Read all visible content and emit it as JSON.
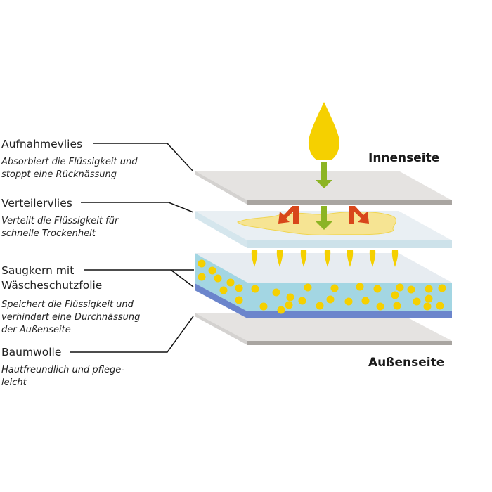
{
  "labels": {
    "innenseite": "Innenseite",
    "aussenseite": "Außenseite"
  },
  "layers": [
    {
      "title": [
        "Aufnahmevlies"
      ],
      "description": [
        "Absorbiert die Flüssigkeit und",
        "stoppt eine Rücknässung"
      ]
    },
    {
      "title": [
        "Verteilervlies"
      ],
      "description": [
        "Verteilt die Flüssigkeit für",
        "schnelle Trockenheit"
      ]
    },
    {
      "title": [
        "Saugkern mit",
        "Wäscheschutzfolie"
      ],
      "description": [
        "Speichert die Flüssigkeit und",
        "verhindert eine Durchnässung",
        "der Außenseite"
      ]
    },
    {
      "title": [
        "Baumwolle"
      ],
      "description": [
        "Hautfreundlich und pflege-",
        "leicht"
      ]
    }
  ],
  "colors": {
    "drop": "#f5d000",
    "arrow_down": "#8cb424",
    "arrow_spread": "#d8461a",
    "puddle": "#f6e493",
    "fleece_top": "#e5e3e1",
    "fleece_edge": "#a9a5a1",
    "distributor_top": "#e9eff3",
    "distributor_edge": "#cde2ea",
    "core_body": "#a3d6e3",
    "core_film": "#6b85cc"
  }
}
